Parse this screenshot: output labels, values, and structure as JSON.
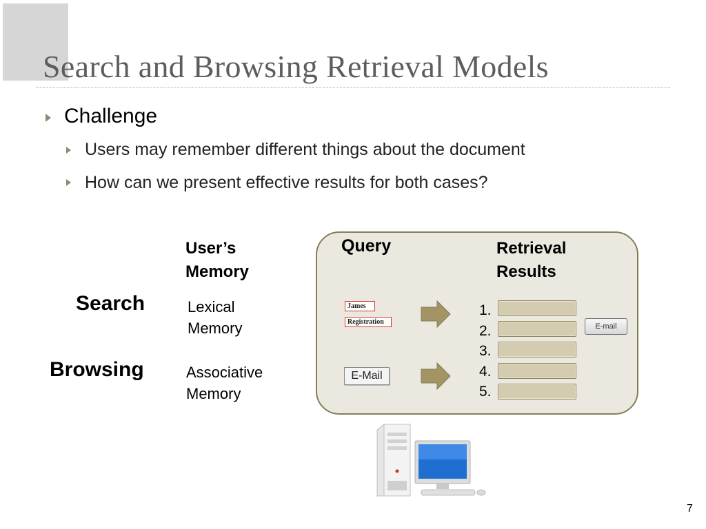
{
  "slide": {
    "title": "Search and Browsing Retrieval Models",
    "page_number": "7",
    "bullets": {
      "level1": "Challenge",
      "level2": [
        "Users may remember different things about the document",
        "How can we present effective results for both cases?"
      ]
    }
  },
  "table": {
    "memory_header_line1": "User’s",
    "memory_header_line2": "Memory",
    "rows": [
      {
        "label": "Search",
        "memory_line1": "Lexical",
        "memory_line2": "Memory"
      },
      {
        "label": "Browsing",
        "memory_line1": "Associative",
        "memory_line2": "Memory"
      }
    ]
  },
  "panel": {
    "query_label": "Query",
    "results_label_line1": "Retrieval",
    "results_label_line2": "Results",
    "query_tags": [
      "James",
      "Registration"
    ],
    "browse_query": "E-Mail",
    "result_numbers": [
      "1.",
      "2.",
      "3.",
      "4.",
      "5."
    ],
    "email_chip": "E-mail"
  },
  "colors": {
    "title": "#5d5d5d",
    "bullet_arrow": "#8f8a73",
    "panel_fill": "#ebe8df",
    "panel_border": "#857d57",
    "arrow_fill": "#a39563",
    "result_bar": "#d4ccb0",
    "tag_border": "#d23a2a"
  }
}
